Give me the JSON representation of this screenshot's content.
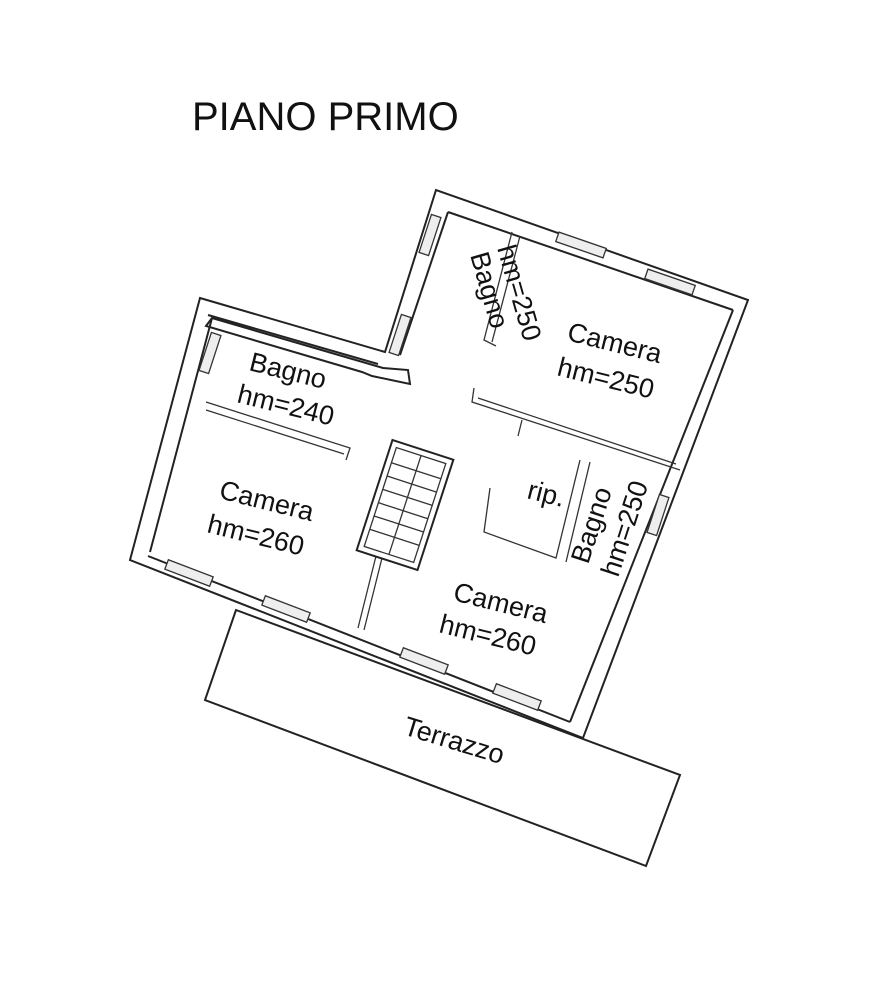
{
  "title": "PIANO  PRIMO",
  "rooms": [
    {
      "name": "Bagno",
      "height": "hm=250"
    },
    {
      "name": "Camera",
      "height": "hm=250"
    },
    {
      "name": "Bagno",
      "height": "hm=240"
    },
    {
      "name": "Camera",
      "height": "hm=260"
    },
    {
      "name": "rip."
    },
    {
      "name": "Bagno",
      "height": "hm=250"
    },
    {
      "name": "Camera",
      "height": "hm=260"
    }
  ],
  "terrace": "Terrazzo"
}
